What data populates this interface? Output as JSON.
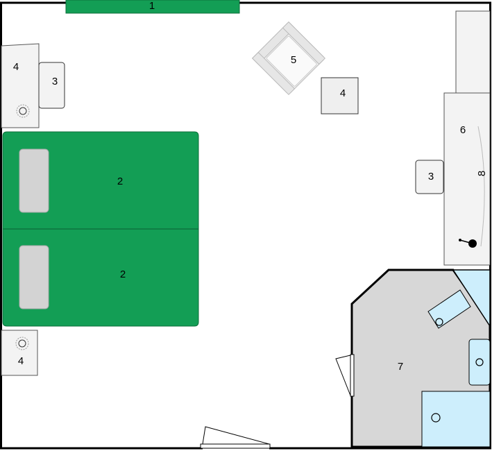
{
  "labels": {
    "window": "1",
    "bed_top": "2",
    "bed_bottom": "2",
    "chair_left": "3",
    "chair_right": "3",
    "nightstand_top": "4",
    "side_table": "4",
    "nightstand_bottom": "4",
    "armchair": "5",
    "desk": "6",
    "bathroom": "7",
    "desk_item": "8"
  },
  "colors": {
    "bed": "#139e55",
    "window": "#139e55",
    "furniture": "#efefef",
    "bathroom_floor": "#d7d7d7",
    "fixture": "#cdeefc",
    "pillow": "#d3d3d3",
    "wall": "#000000"
  }
}
